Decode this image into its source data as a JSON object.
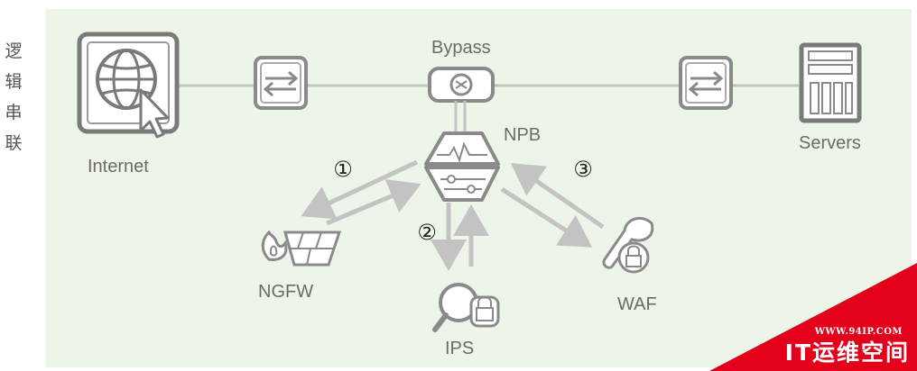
{
  "side_label": [
    "逻",
    "辑",
    "串",
    "联"
  ],
  "nodes": {
    "internet": "Internet",
    "bypass": "Bypass",
    "npb": "NPB",
    "servers": "Servers",
    "ngfw": "NGFW",
    "ips": "IPS",
    "waf": "WAF"
  },
  "steps": [
    "①",
    "②",
    "③"
  ],
  "watermark": {
    "url": "WWW.94IP.COM",
    "brand": "IT运维空间"
  },
  "colors": {
    "background": "#edf5e8",
    "icon_stroke": "#8a8a8a",
    "arrow": "#c3c3c3",
    "watermark": "#e3001b"
  }
}
